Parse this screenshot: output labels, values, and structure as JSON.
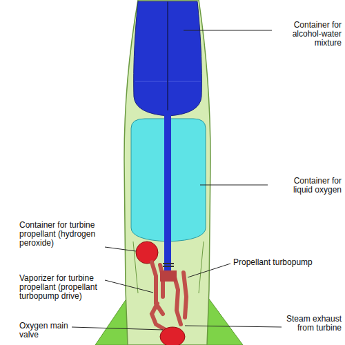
{
  "diagram": {
    "labels": [
      "Container for alcohol-water mixture",
      "Container for liquid oxygen",
      "Container for turbine propellant (hydrogen peroxide)",
      "Propellant turbopump",
      "Vaporizer for turbine propellant (propellant turbopump drive)",
      "Steam exhaust from turbine",
      "Oxygen main valve"
    ]
  }
}
